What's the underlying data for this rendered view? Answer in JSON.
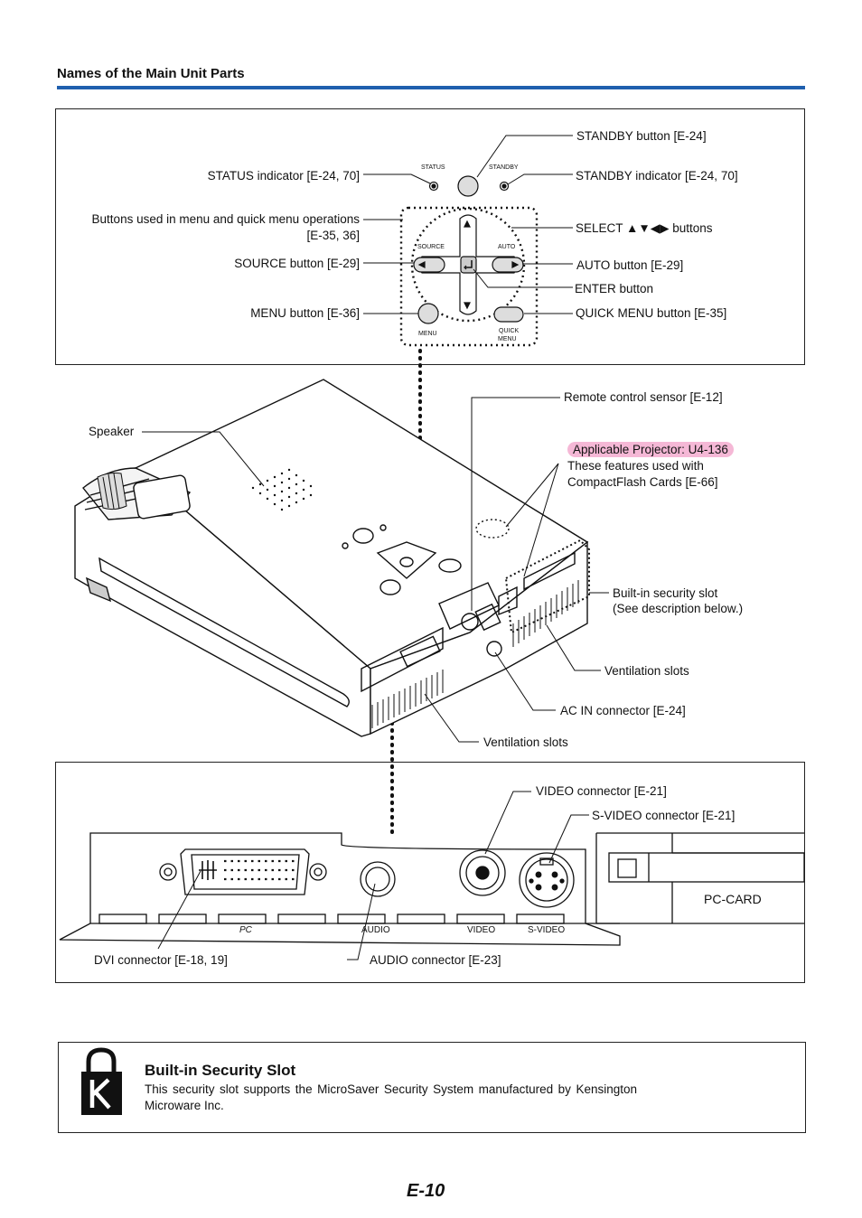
{
  "heading": "Names of the Main Unit Parts",
  "top_panel": {
    "labels": {
      "standby_button": "STANDBY button [E-24]",
      "status_indicator": "STATUS indicator [E-24, 70]",
      "standby_indicator": "STANDBY indicator [E-24, 70]",
      "menu_buttons_line1": "Buttons used in menu and quick menu operations",
      "menu_buttons_line2": "[E-35, 36]",
      "select_buttons": "SELECT ▲▼◀▶ buttons",
      "source_button": "SOURCE button [E-29]",
      "auto_button": "AUTO button [E-29]",
      "enter_button": "ENTER button",
      "menu_button": "MENU button [E-36]",
      "quick_menu_button": "QUICK MENU button [E-35]"
    },
    "panel_text": {
      "status": "STATUS",
      "standby": "STANDBY",
      "source": "SOURCE",
      "auto": "AUTO",
      "menu": "MENU",
      "quick": "QUICK",
      "menu2": "MENU"
    }
  },
  "middle": {
    "remote_sensor": "Remote control sensor [E-12]",
    "speaker": "Speaker",
    "applicable": "Applicable Projector: U4-136",
    "cf_line1": "These features used with",
    "cf_line2": "CompactFlash Cards [E-66]",
    "security_line1": "Built-in security slot",
    "security_line2": "(See description below.)",
    "ventilation_right": "Ventilation slots",
    "ac_in": "AC IN connector [E-24]",
    "ventilation_bottom": "Ventilation slots"
  },
  "bottom_panel": {
    "video_connector": "VIDEO connector [E-21]",
    "svideo_connector": "S-VIDEO connector [E-21]",
    "pccard": "PC-CARD",
    "port_pc": "PC",
    "port_audio": "AUDIO",
    "port_video": "VIDEO",
    "port_svideo": "S-VIDEO",
    "dvi_connector": "DVI connector [E-18, 19]",
    "audio_connector": "AUDIO connector [E-23]"
  },
  "security": {
    "title": "Built-in Security Slot",
    "body": "This security slot supports the MicroSaver Security System manufactured by Kensington Microware Inc."
  },
  "page_number": "E-10"
}
